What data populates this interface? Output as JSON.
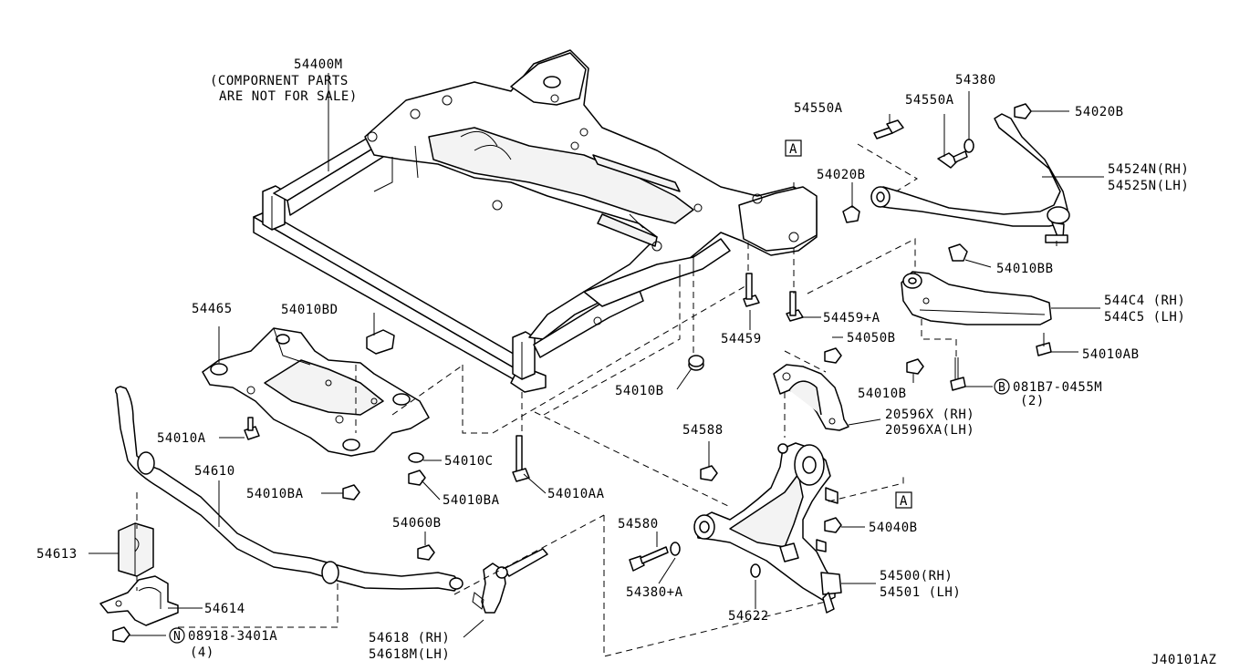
{
  "labels": {
    "l54400m": "54400M",
    "l54400m_note1": "(COMPORNENT PARTS",
    "l54400m_note2": "ARE NOT FOR SALE)",
    "l54465": "54465",
    "l54010bd": "54010BD",
    "l54010a": "54010A",
    "l54610": "54610",
    "l54010ba_1": "54010BA",
    "l54010c": "54010C",
    "l54010ba_2": "54010BA",
    "l54010aa": "54010AA",
    "l54060b": "54060B",
    "l54613": "54613",
    "l54614": "54614",
    "l08918_3401a": "08918-3401A",
    "l08918_qty": "(4)",
    "l54618_rh": "54618 (RH)",
    "l54618m_lh": "54618M(LH)",
    "l54580": "54580",
    "l54380a": "54380+A",
    "l54622": "54622",
    "l54588": "54588",
    "l54010b_1": "54010B",
    "l54459": "54459",
    "l54459a": "54459+A",
    "l54050b": "54050B",
    "l54010b_2": "54010B",
    "l081b7": "081B7-0455M",
    "l081b7_qty": "(2)",
    "l20596x": "20596X  (RH)",
    "l20596xa": "20596XA(LH)",
    "l54040b": "54040B",
    "l54500": "54500(RH)",
    "l54501": "54501 (LH)",
    "l54550a_1": "54550A",
    "l54550a_2": "54550A",
    "l54380": "54380",
    "l54020b_1": "54020B",
    "l54020b_2": "54020B",
    "l54524n": "54524N(RH)",
    "l54525n": "54525N(LH)",
    "l54010bb": "54010BB",
    "l544c4": "544C4 (RH)",
    "l544c5": "544C5 (LH)",
    "l54010ab": "54010AB",
    "ref_a_1": "A",
    "ref_a_2": "A",
    "circle_n": "N",
    "circle_b": "B",
    "diagram_code": "J40101AZ"
  }
}
